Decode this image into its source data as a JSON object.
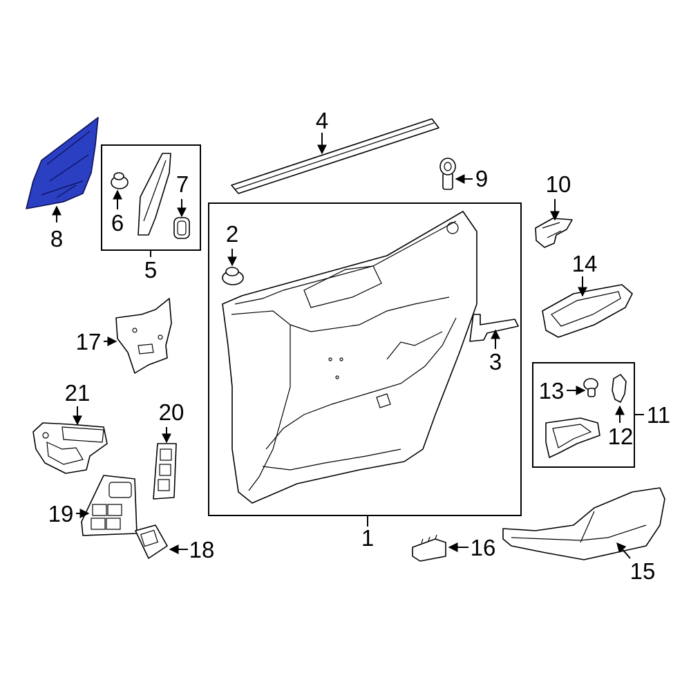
{
  "diagram": {
    "highlight_color": "#2b3fc2",
    "highlighted_part": "8",
    "callouts": [
      {
        "id": "1",
        "text": "1"
      },
      {
        "id": "2",
        "text": "2"
      },
      {
        "id": "3",
        "text": "3"
      },
      {
        "id": "4",
        "text": "4"
      },
      {
        "id": "5",
        "text": "5"
      },
      {
        "id": "6",
        "text": "6"
      },
      {
        "id": "7",
        "text": "7"
      },
      {
        "id": "8",
        "text": "8"
      },
      {
        "id": "9",
        "text": "9"
      },
      {
        "id": "10",
        "text": "10"
      },
      {
        "id": "11",
        "text": "11"
      },
      {
        "id": "12",
        "text": "12"
      },
      {
        "id": "13",
        "text": "13"
      },
      {
        "id": "14",
        "text": "14"
      },
      {
        "id": "15",
        "text": "15"
      },
      {
        "id": "16",
        "text": "16"
      },
      {
        "id": "17",
        "text": "17"
      },
      {
        "id": "18",
        "text": "18"
      },
      {
        "id": "19",
        "text": "19"
      },
      {
        "id": "20",
        "text": "20"
      },
      {
        "id": "21",
        "text": "21"
      }
    ]
  }
}
